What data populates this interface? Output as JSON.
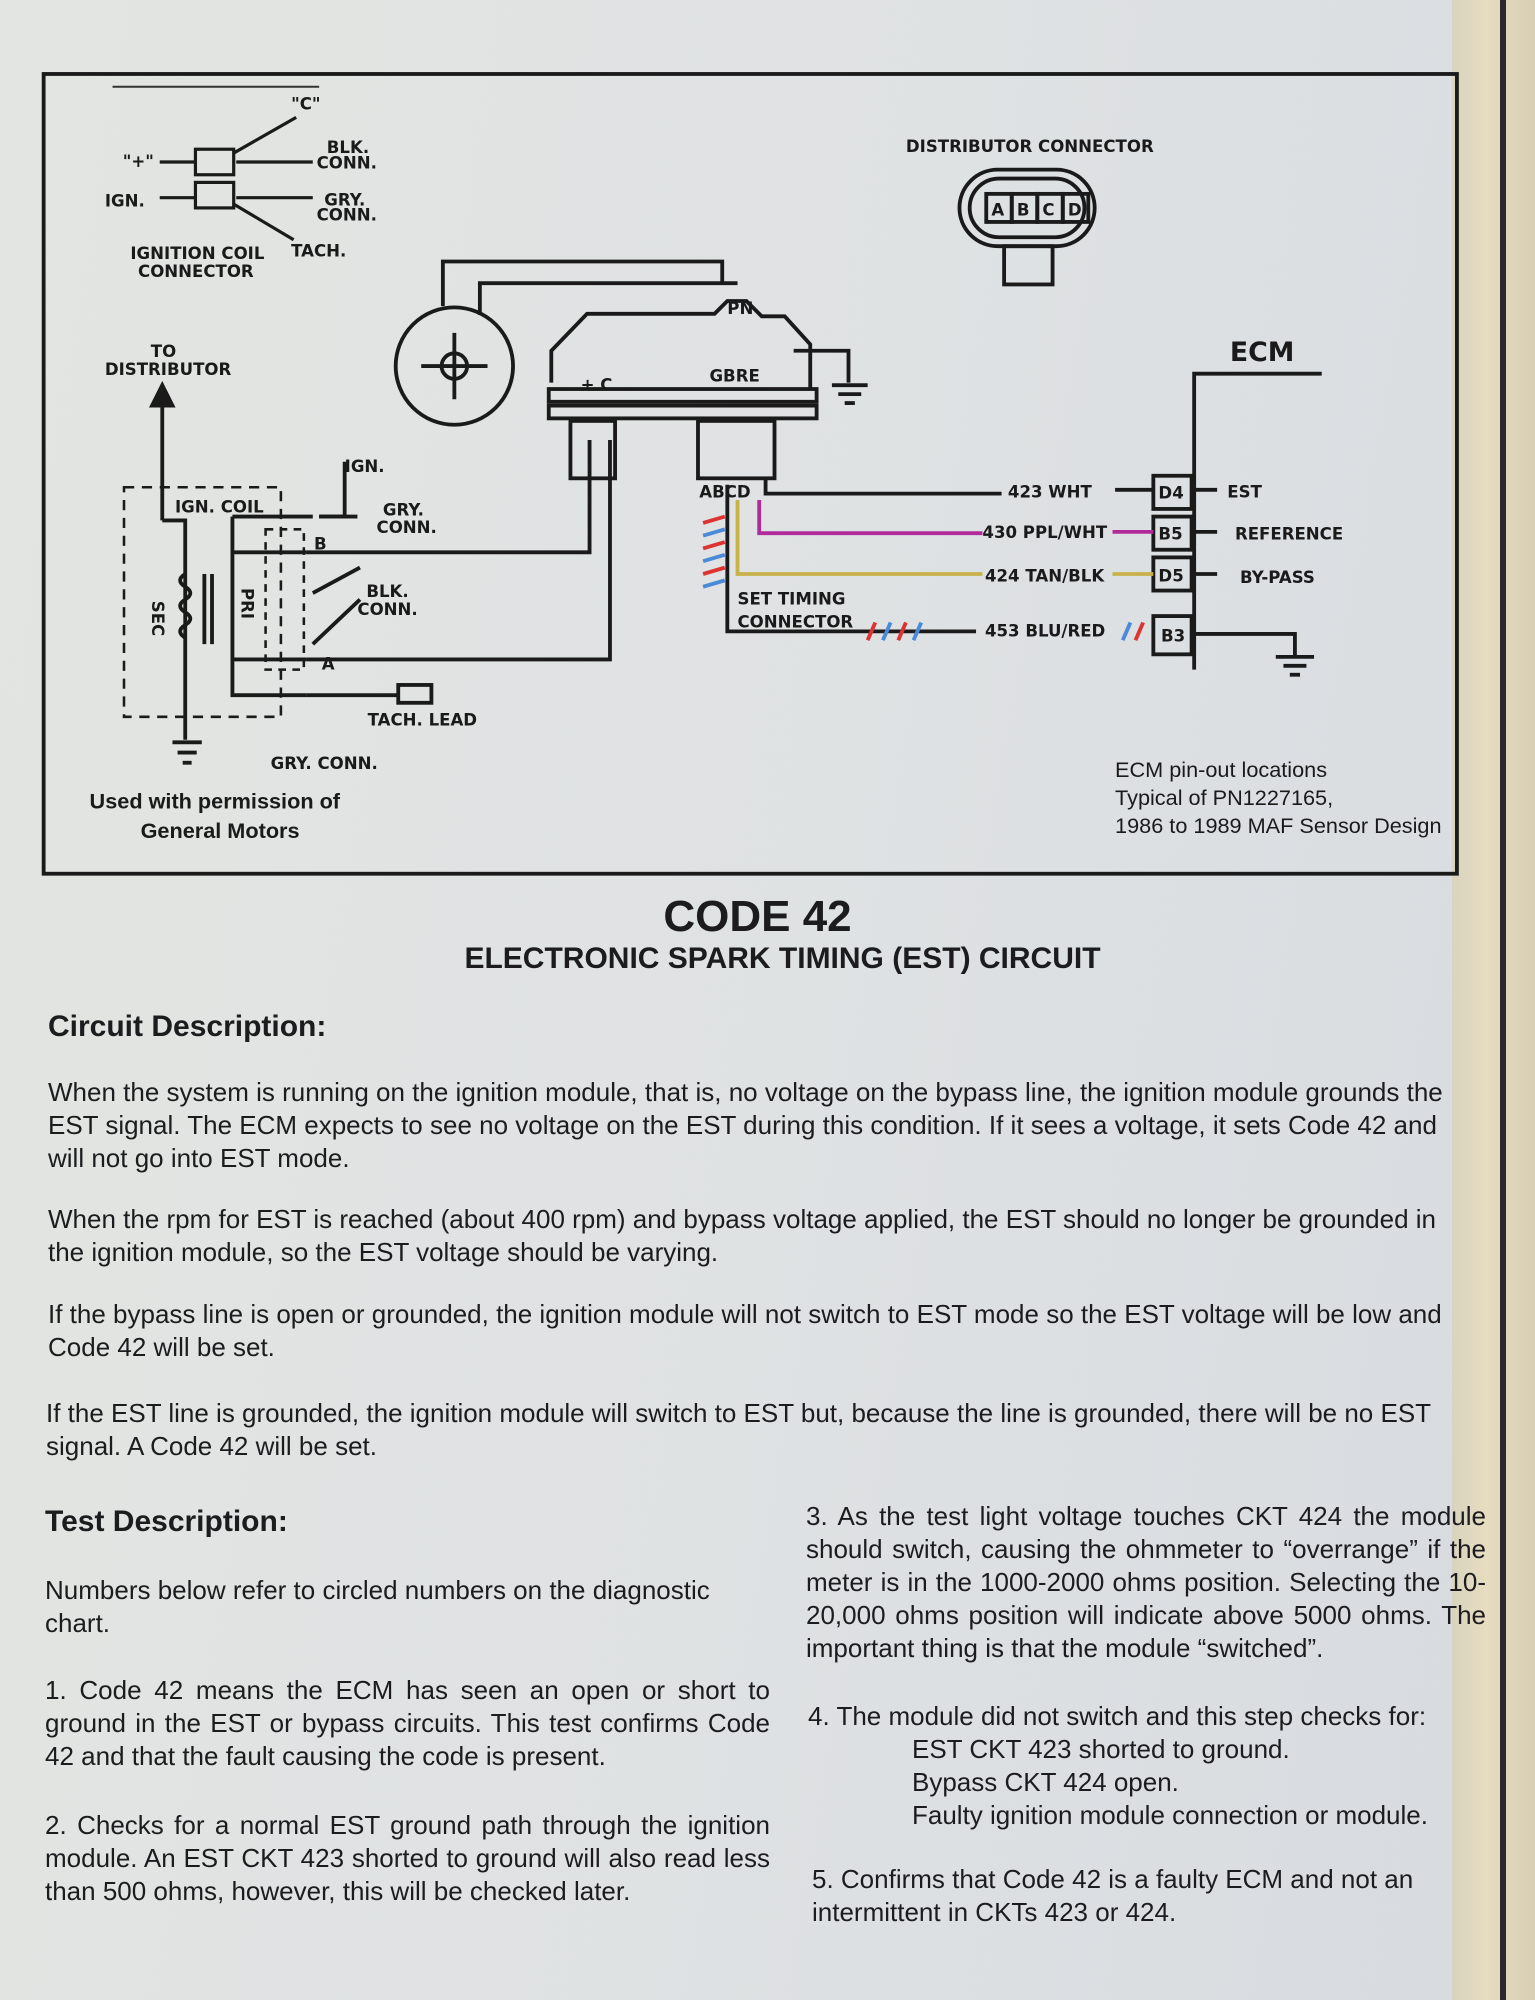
{
  "diagram": {
    "coil_connector": {
      "c_label": "\"C\"",
      "plus_label": "\"+\"",
      "ign": "IGN.",
      "blk_conn": [
        "BLK.",
        "CONN."
      ],
      "gry_conn": [
        "GRY.",
        "CONN."
      ],
      "tach": "TACH.",
      "title": [
        "IGNITION COIL",
        "CONNECTOR"
      ]
    },
    "to_distributor": [
      "TO",
      "DISTRIBUTOR"
    ],
    "ign_coil": "IGN. COIL",
    "sec": "SEC",
    "pri": "PRI",
    "ign2": "IGN.",
    "gry_conn2": [
      "GRY.",
      "CONN."
    ],
    "blk_conn2": [
      "BLK.",
      "CONN."
    ],
    "pin_b": "B",
    "pin_a": "A",
    "tach_lead": "TACH. LEAD",
    "gry_conn3": "GRY. CONN.",
    "module": {
      "pn": "PN",
      "gbre": "GBRE",
      "plus_c": "+ C",
      "abcd": "ABCD"
    },
    "distributor_connector": {
      "title": "DISTRIBUTOR CONNECTOR",
      "pins": [
        "A",
        "B",
        "C",
        "D"
      ]
    },
    "set_timing": [
      "SET TIMING",
      "CONNECTOR"
    ],
    "ecm": {
      "title": "ECM",
      "wires": [
        {
          "circuit": "423 WHT",
          "pin": "D4",
          "function": "EST",
          "color": "#1a1a1a"
        },
        {
          "circuit": "430 PPL/WHT",
          "pin": "B5",
          "function": "REFERENCE",
          "color": "#b02a9a"
        },
        {
          "circuit": "424 TAN/BLK",
          "pin": "D5",
          "function": "BY-PASS",
          "color": "#c9b24a"
        },
        {
          "circuit": "453 BLU/RED",
          "pin": "B3",
          "function": "",
          "color": "#1a1a1a"
        }
      ]
    },
    "permission": [
      "Used with permission of",
      "General Motors"
    ],
    "ecm_note": [
      "ECM pin-out locations",
      "Typical of PN1227165,",
      "1986 to 1989 MAF Sensor Design"
    ]
  },
  "title": "CODE 42",
  "subtitle": "ELECTRONIC SPARK TIMING (EST) CIRCUIT",
  "circuit": {
    "heading": "Circuit Description:",
    "paragraphs": [
      "When the system is running on the ignition module, that is, no voltage on the bypass line, the ignition module grounds the EST signal. The ECM expects to see no voltage on the EST during this condition. If it sees a voltage, it sets Code 42 and will not go into EST mode.",
      "When the rpm for EST is reached (about 400 rpm) and bypass voltage applied, the EST should no longer be grounded in the ignition module, so the EST voltage should be varying.",
      "If the bypass line is open or grounded, the ignition module will not switch to EST mode so the EST voltage will be low and Code 42 will be set.",
      "If the EST line is grounded, the ignition module will switch to EST but, because the line is grounded, there will be no EST signal. A Code 42 will be set."
    ]
  },
  "test": {
    "heading": "Test Description:",
    "intro": "Numbers below refer to circled numbers on the diagnostic chart.",
    "items": [
      "1. Code 42 means the ECM has seen an open or short to ground in the EST or bypass circuits. This test confirms Code 42 and that the fault causing the code is present.",
      "2. Checks for a normal EST ground path through the ignition module. An EST CKT 423 shorted to ground will also read less than 500 ohms, however, this will be checked later.",
      "3. As the test light voltage touches CKT 424 the module should switch, causing the ohmmeter to “overrange” if the meter is in the 1000-2000 ohms position. Selecting the 10-20,000 ohms position will indicate above 5000 ohms. The important thing is that the module “switched”.",
      "4. The module did not switch and this step checks for:",
      "5. Confirms that Code 42 is a faulty ECM and not an intermittent in CKTs 423 or 424."
    ],
    "item4_sub": [
      "EST CKT 423 shorted to ground.",
      "Bypass CKT 424 open.",
      "Faulty ignition module connection or module."
    ]
  }
}
